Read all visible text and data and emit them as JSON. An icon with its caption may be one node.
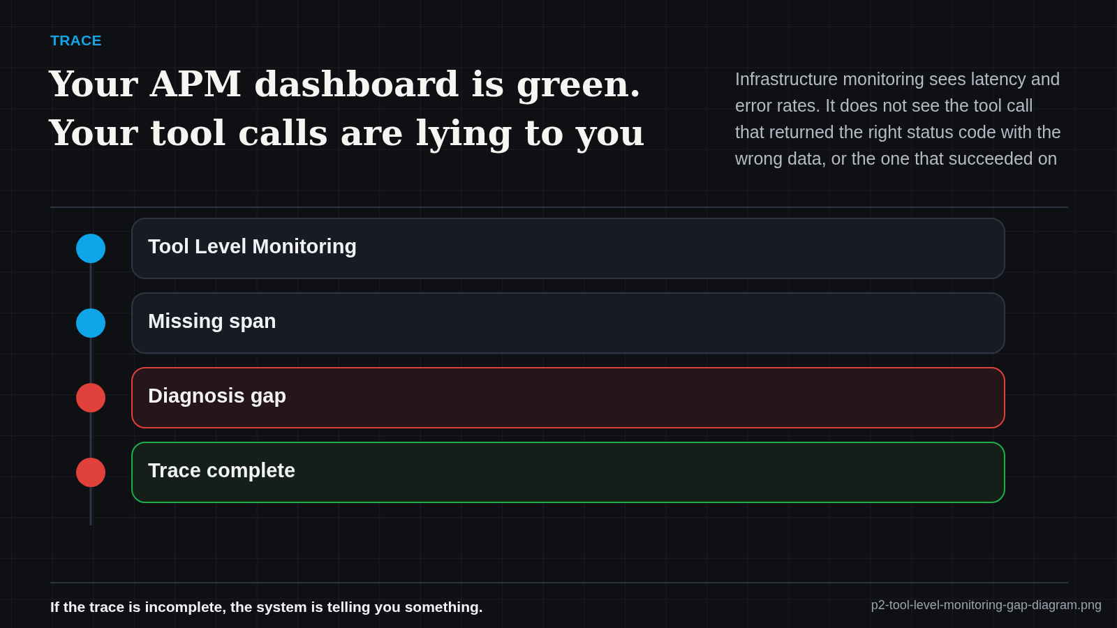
{
  "diagram": {
    "title": "Your APM dashboard is green. Your tool calls are lying to you",
    "caption": "If the trace is incomplete, the system is telling you something.",
    "nodes": [
      {
        "text": [
          "Tool Level Monitoring"
        ]
      },
      {
        "text": [
          "Missing span"
        ]
      },
      {
        "text": [
          "Diagnosis gap"
        ]
      },
      {
        "text": [
          "Trace complete"
        ]
      }
    ],
    "labels": [
      "TRACE",
      "Infrastructure monitoring sees latency and error rates. It does not see the tool call that returned the right status code with the wrong data, or the one that succeeded on",
      "p2-tool-level-monitoring-gap-diagram.png"
    ]
  }
}
